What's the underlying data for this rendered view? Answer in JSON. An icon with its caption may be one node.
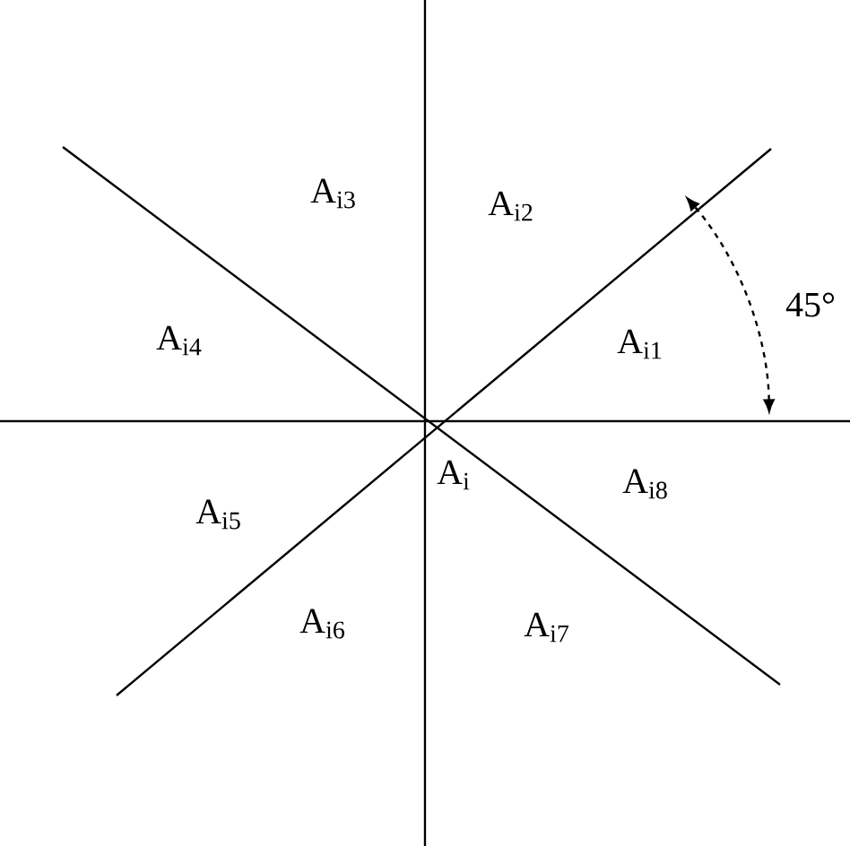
{
  "diagram": {
    "labels": [
      "A$_{i3}$",
      "A$_{i2}$",
      "A$_{i4}$",
      "A$_{i1}$",
      "45°",
      "A$_{i}$",
      "A$_{i8}$",
      "A$_{i5}$",
      "A$_{i6}$",
      "A$_{i7}$"
    ]
  }
}
